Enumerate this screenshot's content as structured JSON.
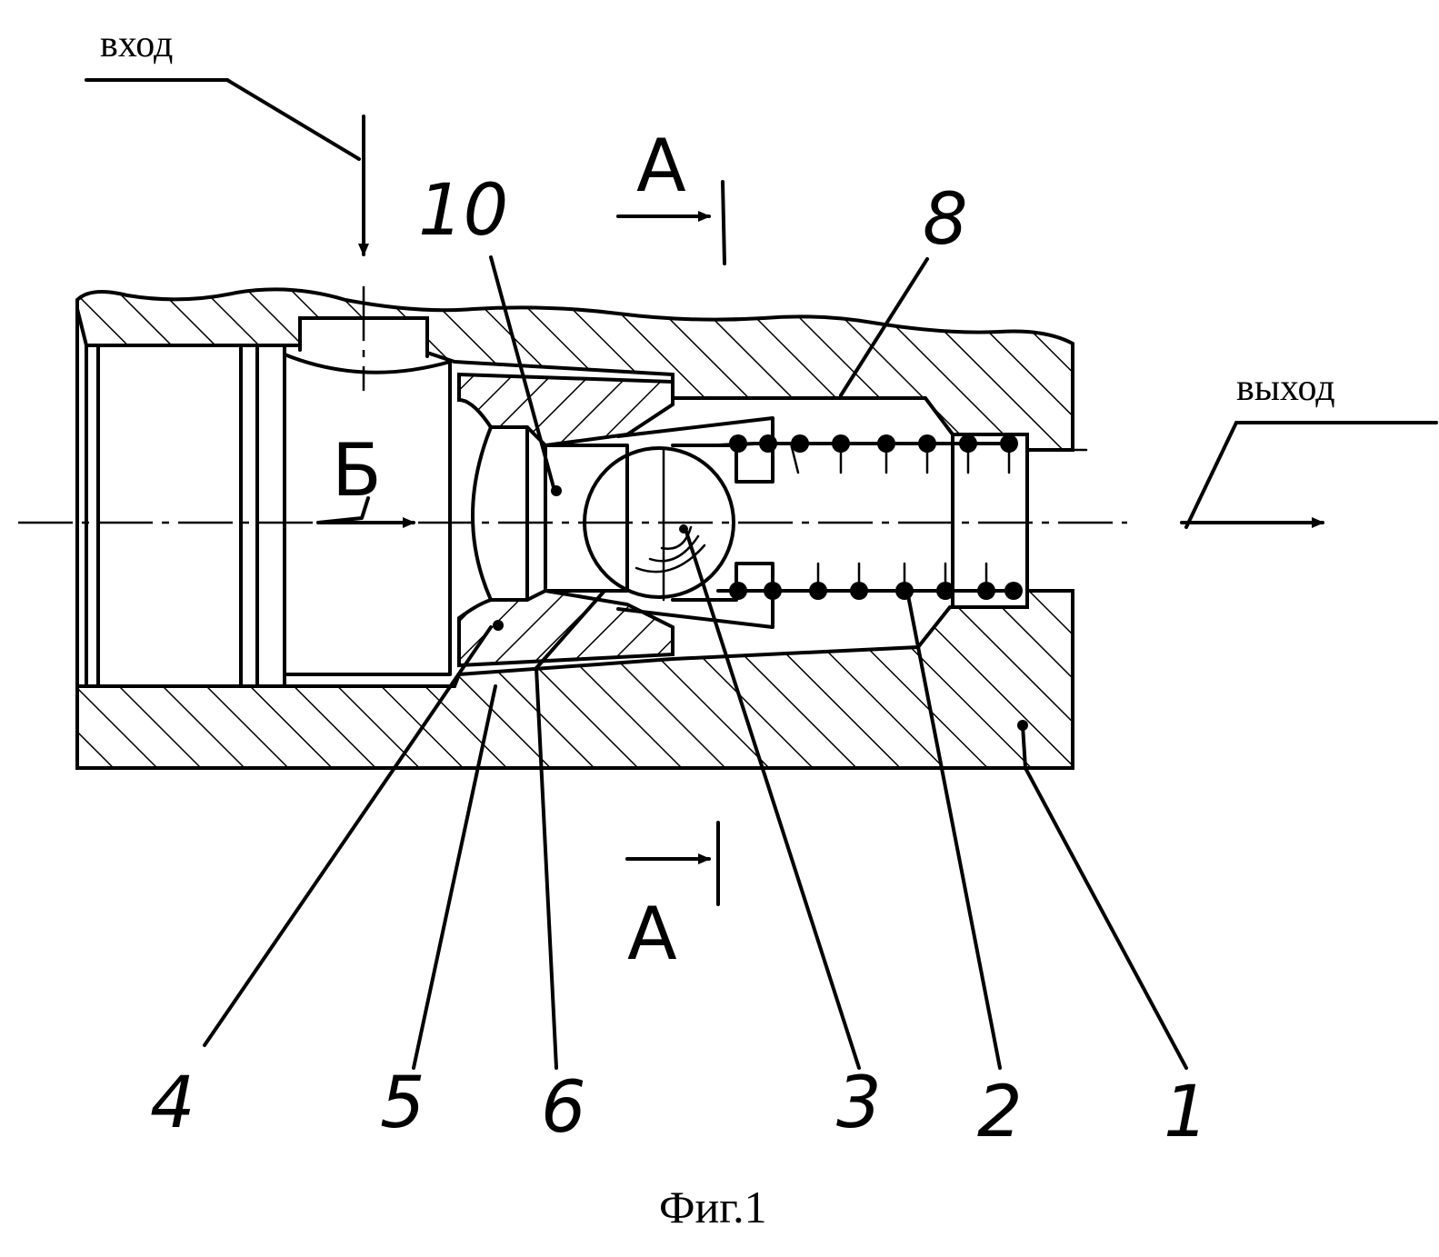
{
  "labels": {
    "inlet": "вход",
    "outlet": "выход",
    "section_top": "А",
    "section_bottom": "А",
    "view_b": "Б",
    "caption": "Фиг.1"
  },
  "part_numbers": {
    "p1": "1",
    "p2": "2",
    "p3": "3",
    "p4": "4",
    "p5": "5",
    "p6": "6",
    "p8": "8",
    "p10": "10"
  }
}
